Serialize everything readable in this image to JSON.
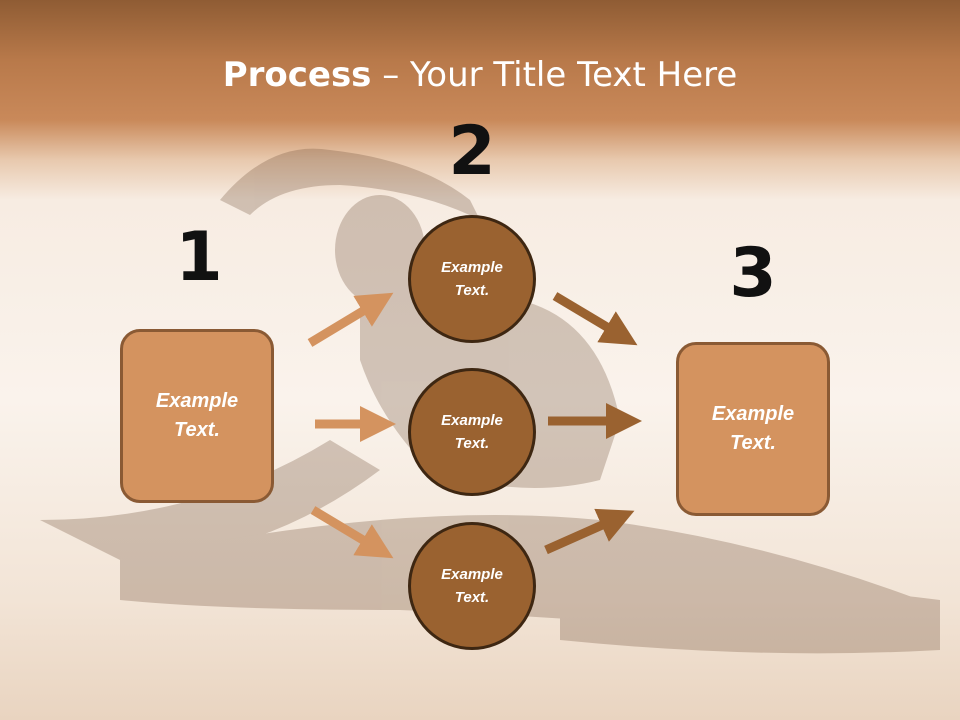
{
  "title": {
    "bold": "Process",
    "rest": " – Your Title Text Here"
  },
  "steps": {
    "one": "1",
    "two": "2",
    "three": "3"
  },
  "boxes": {
    "left": "Example Text.",
    "right": "Example Text."
  },
  "circles": {
    "top": "Example Text.",
    "middle": "Example Text.",
    "bottom": "Example Text."
  },
  "colors": {
    "box_fill": "#d4935f",
    "circle_fill": "#9a6230",
    "arrow_light": "#d4935f",
    "arrow_dark": "#9a6230",
    "header": "#b8794a"
  }
}
